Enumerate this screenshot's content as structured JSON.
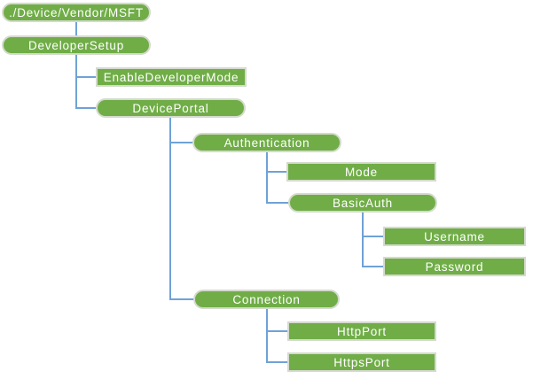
{
  "diagram": {
    "type": "tree",
    "colors": {
      "node_fill": "#70ad47",
      "node_border": "#d4dacd",
      "node_text": "#ffffff",
      "connector": "#6fa2d6",
      "background": "#ffffff"
    },
    "nodes": {
      "msft": {
        "label": "./Device/Vendor/MSFT",
        "shape": "rounded"
      },
      "developersetup": {
        "label": "DeveloperSetup",
        "shape": "rounded"
      },
      "enabledevelopermode": {
        "label": "EnableDeveloperMode",
        "shape": "rect"
      },
      "deviceportal": {
        "label": "DevicePortal",
        "shape": "rounded"
      },
      "authentication": {
        "label": "Authentication",
        "shape": "rounded"
      },
      "mode": {
        "label": "Mode",
        "shape": "rect"
      },
      "basicauth": {
        "label": "BasicAuth",
        "shape": "rounded"
      },
      "username": {
        "label": "Username",
        "shape": "rect"
      },
      "password": {
        "label": "Password",
        "shape": "rect"
      },
      "connection": {
        "label": "Connection",
        "shape": "rounded"
      },
      "httpport": {
        "label": "HttpPort",
        "shape": "rect"
      },
      "httpsport": {
        "label": "HttpsPort",
        "shape": "rect"
      }
    },
    "hierarchy": {
      "./Device/Vendor/MSFT": {
        "DeveloperSetup": {
          "EnableDeveloperMode": {},
          "DevicePortal": {
            "Authentication": {
              "Mode": {},
              "BasicAuth": {
                "Username": {},
                "Password": {}
              }
            },
            "Connection": {
              "HttpPort": {},
              "HttpsPort": {}
            }
          }
        }
      }
    }
  }
}
